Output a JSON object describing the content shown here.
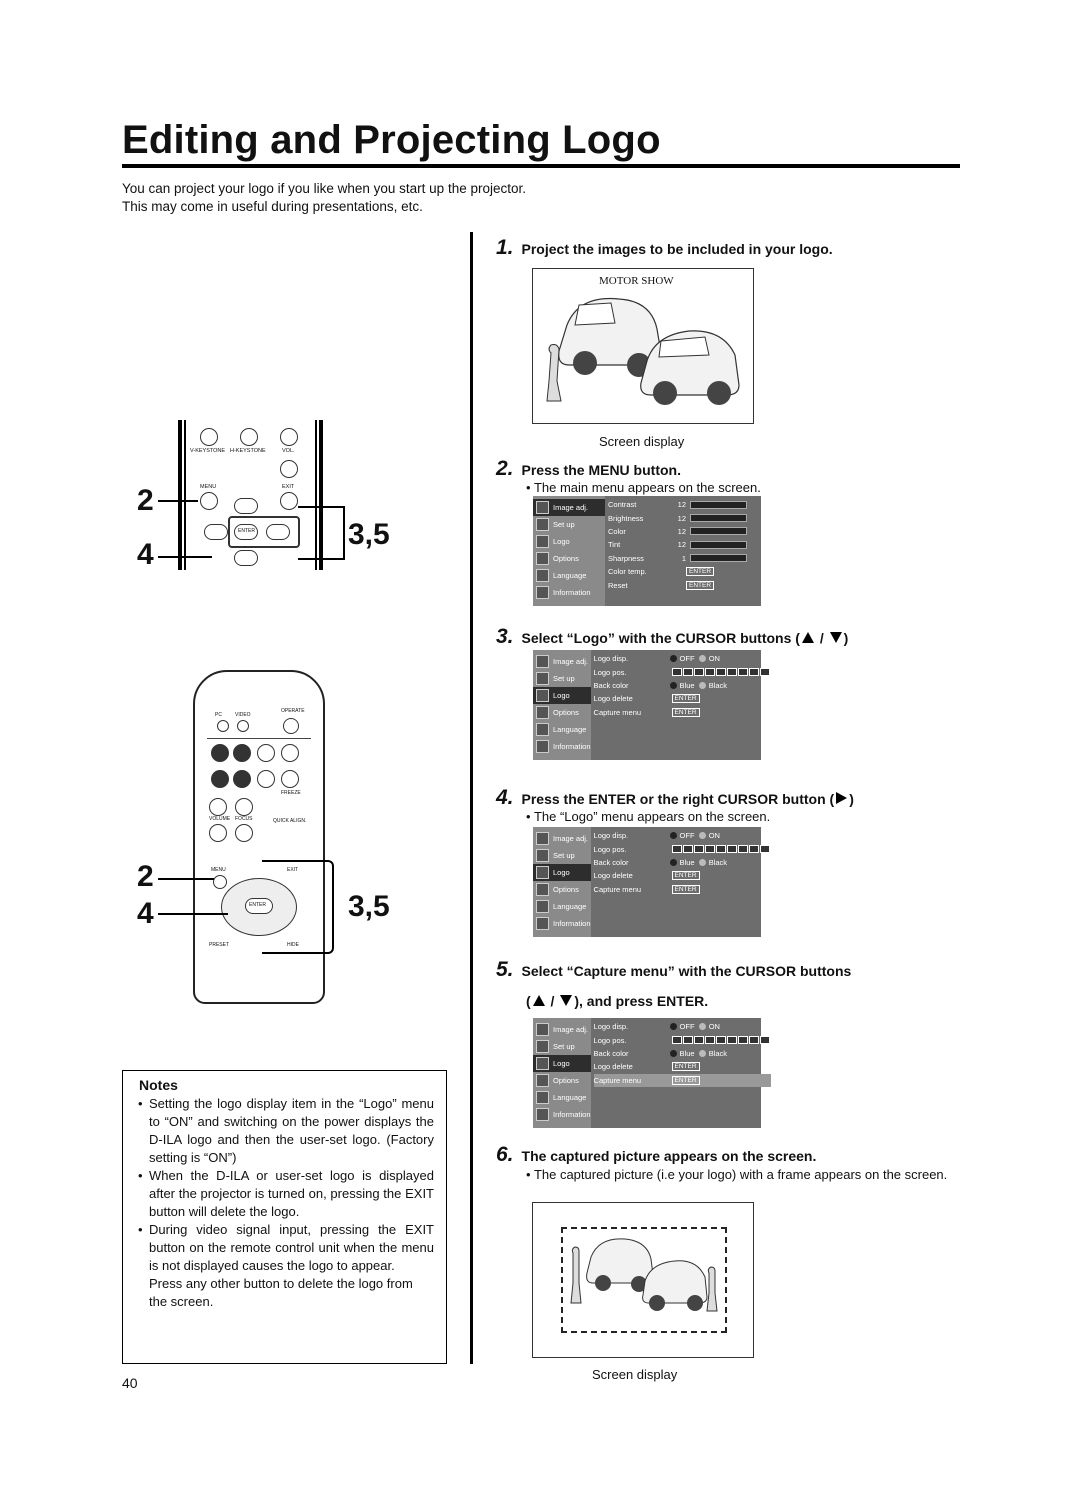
{
  "title": "Editing and Projecting Logo",
  "intro": [
    "You can project your logo if you like when you start up the projector.",
    "This may come in useful during presentations, etc."
  ],
  "steps": [
    {
      "num": "1.",
      "text": "Project the images to be included in your logo."
    },
    {
      "num": "2.",
      "text": "Press the MENU button."
    },
    {
      "num": "3.",
      "text": "Select “Logo” with the CURSOR buttons (",
      "suffix": ")"
    },
    {
      "num": "4.",
      "text": "Press the ENTER or the right CURSOR button (",
      "suffix": ")"
    },
    {
      "num": "5.",
      "text": "Select “Capture menu” with the CURSOR buttons",
      "line2": "), and press ENTER."
    },
    {
      "num": "6.",
      "text": "The captured picture appears on the screen."
    }
  ],
  "bullets": {
    "step2": "The main menu appears on the screen.",
    "step4": "The “Logo” menu appears on the screen.",
    "step6": "The captured picture (i.e your logo) with a frame appears on the screen."
  },
  "screen_caption": "Screen display",
  "motor_show": "MOTOR SHOW",
  "menu_items": [
    "Image adj.",
    "Set up",
    "Logo",
    "Options",
    "Language",
    "Information"
  ],
  "main_menu_rows": [
    {
      "label": "Contrast",
      "value": "12"
    },
    {
      "label": "Brightness",
      "value": "12"
    },
    {
      "label": "Color",
      "value": "12"
    },
    {
      "label": "Tint",
      "value": "12"
    },
    {
      "label": "Sharpness",
      "value": "1"
    },
    {
      "label": "Color temp.",
      "button": "ENTER"
    },
    {
      "label": "Reset",
      "button": "ENTER"
    }
  ],
  "logo_menu_rows": {
    "logo_disp": "Logo disp.",
    "logo_pos": "Logo pos.",
    "back_color": "Back color",
    "logo_delete": "Logo delete",
    "capture_menu": "Capture menu",
    "off": "OFF",
    "on": "ON",
    "blue": "Blue",
    "black": "Black",
    "enter": "ENTER"
  },
  "callouts": {
    "two": "2",
    "four": "4",
    "three_five": "3,5"
  },
  "remote_top_labels": [
    "V-KEYSTONE",
    "H-KEYSTONE",
    "VOL.",
    "MENU",
    "EXIT",
    "ENTER"
  ],
  "remote_bottom_labels": [
    "PC",
    "VIDEO",
    "OPERATE",
    "FREEZE",
    "VOLUME",
    "FOCUS",
    "QUICK ALIGN.",
    "MENU",
    "EXIT",
    "ENTER",
    "PRESET",
    "HIDE"
  ],
  "notes": {
    "heading": "Notes",
    "items": [
      "Setting the logo display item in the “Logo” menu to “ON” and switching on the power displays the D-ILA logo and then the user-set logo. (Factory setting is “ON”)",
      "When the D-ILA or user-set logo is displayed after the projector is turned on, pressing the EXIT button will delete the logo.",
      "During video signal input, pressing the EXIT button on the remote control unit when the menu is not displayed causes the logo to appear."
    ],
    "extra": "Press any other button to delete the logo from the screen."
  },
  "page_number": "40"
}
